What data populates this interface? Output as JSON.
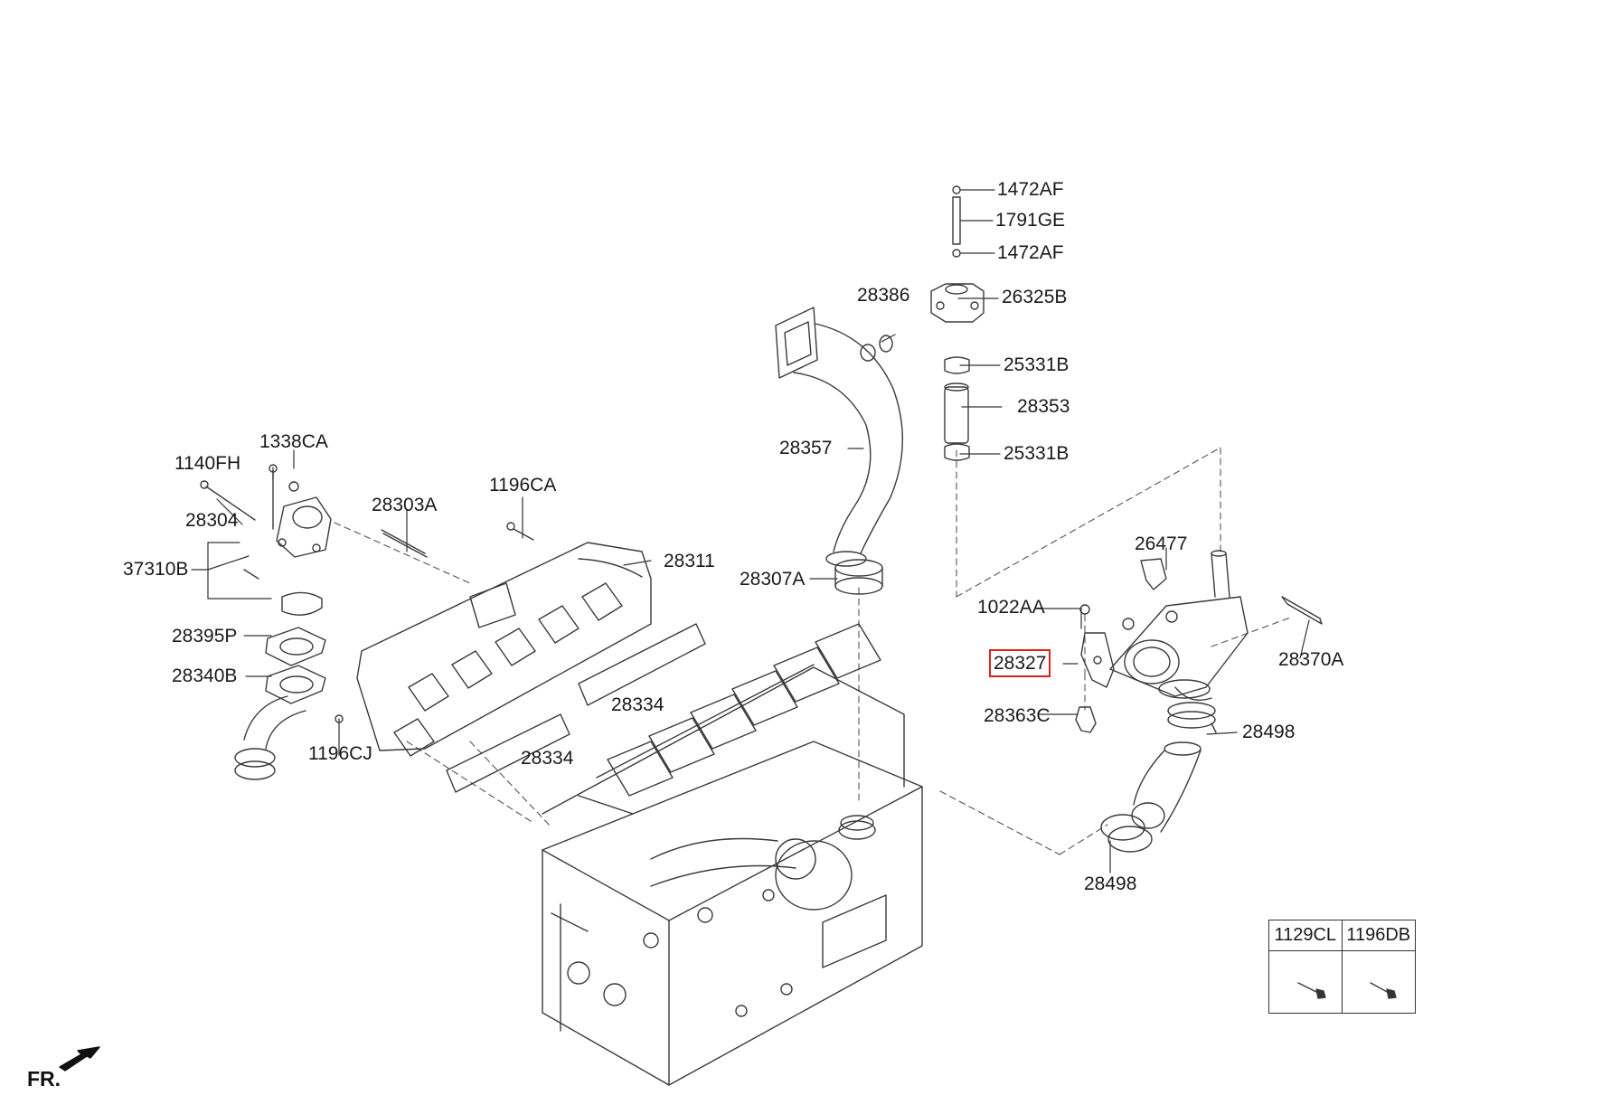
{
  "diagram": {
    "highlighted_part": "28327",
    "fr_label": "FR.",
    "parts": [
      {
        "id": "p-1472af-top",
        "label": "1472AF"
      },
      {
        "id": "p-1791ge",
        "label": "1791GE"
      },
      {
        "id": "p-1472af-bot",
        "label": "1472AF"
      },
      {
        "id": "p-28386",
        "label": "28386"
      },
      {
        "id": "p-26325b",
        "label": "26325B"
      },
      {
        "id": "p-25331b-top",
        "label": "25331B"
      },
      {
        "id": "p-28353",
        "label": "28353"
      },
      {
        "id": "p-25331b-bot",
        "label": "25331B"
      },
      {
        "id": "p-28357",
        "label": "28357"
      },
      {
        "id": "p-1338ca",
        "label": "1338CA"
      },
      {
        "id": "p-1140fh",
        "label": "1140FH"
      },
      {
        "id": "p-28304",
        "label": "28304"
      },
      {
        "id": "p-28303a",
        "label": "28303A"
      },
      {
        "id": "p-1196ca",
        "label": "1196CA"
      },
      {
        "id": "p-28311",
        "label": "28311"
      },
      {
        "id": "p-37310b",
        "label": "37310B"
      },
      {
        "id": "p-28307a",
        "label": "28307A"
      },
      {
        "id": "p-26477",
        "label": "26477"
      },
      {
        "id": "p-1022aa",
        "label": "1022AA"
      },
      {
        "id": "p-28395p",
        "label": "28395P"
      },
      {
        "id": "p-28327",
        "label": "28327"
      },
      {
        "id": "p-28370a",
        "label": "28370A"
      },
      {
        "id": "p-28340b",
        "label": "28340B"
      },
      {
        "id": "p-28334-upper",
        "label": "28334"
      },
      {
        "id": "p-28363c",
        "label": "28363C"
      },
      {
        "id": "p-28498-upper",
        "label": "28498"
      },
      {
        "id": "p-1196cj",
        "label": "1196CJ"
      },
      {
        "id": "p-28334-lower",
        "label": "28334"
      },
      {
        "id": "p-28498-lower",
        "label": "28498"
      }
    ],
    "bolt_table": {
      "columns": [
        "1129CL",
        "1196DB"
      ]
    }
  }
}
